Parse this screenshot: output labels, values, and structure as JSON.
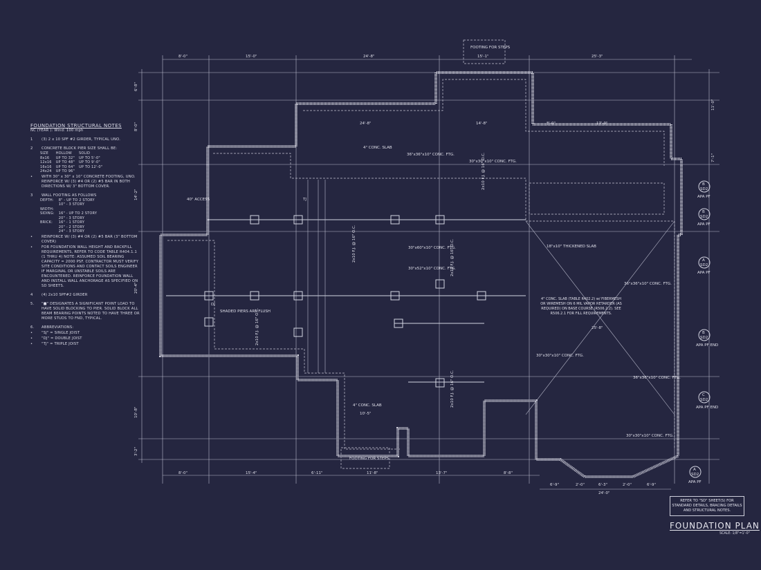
{
  "notes": {
    "title": "FOUNDATION STRUCTURAL NOTES",
    "subtitle": "NC (YEAR ): Wind: 100 mph",
    "items": [
      {
        "num": "1",
        "text": "(3) 2 x 10 SPF #2 GIRDER, TYPICAL UNO."
      },
      {
        "num": "2",
        "text": "CONCRETE BLOCK PIER SIZE SHALL BE:"
      },
      {
        "num": "•",
        "text": "WITH 30\" x 30\" x 10\" CONCRETE FOOTING, UNO. REINFORCE W/ (3) #4 OR (2) #5 BAR IN BOTH DIRECTIONS W/ 3\" BOTTOM COVER."
      },
      {
        "num": "3",
        "text": "WALL FOOTING AS FOLLOWS"
      },
      {
        "num": "•",
        "text": "REINFORCE W/ (3) #4 OR (2) #5 BAR (3\" BOTTOM COVER)"
      },
      {
        "num": "•",
        "text": "FOR FOUNDATION WALL HEIGHT AND BACKFILL REQUIREMENTS, REFER TO CODE TABLE R404.1.1 (1 THRU 4) NOTE: ASSUMED SOIL BEARING CAPACITY = 2000 PSF. CONTRACTOR MUST VERIFY SITE CONDITIONS AND CONTACT SOILS ENGINEER IF MARGINAL OR UNSTABLE SOILS ARE ENCOUNTERED. REINFORCE FOUNDATION WALL AND INSTALL WALL ANCHORAGE AS SPECIFIED ON SD SHEETS."
      },
      {
        "num": "4",
        "text": "(4) 2x10 SPF#2 GIRDER"
      },
      {
        "num": "5.",
        "text": "\"■\" DESIGNATES A SIGNIFICANT POINT LOAD TO HAVE SOLID BLOCKING TO PIER. SOLID BLOCK ALL BEAM BEARING POINTS NOTED TO HAVE THREE OR MORE STUDS TO FND, TYPICAL."
      },
      {
        "num": "6.",
        "text": "ABBREVIATIONS:"
      }
    ],
    "pier_table": {
      "headers": [
        "SIZE",
        "HOLLOW",
        "SOLID"
      ],
      "rows": [
        [
          "8x16",
          "UP TO 32\"",
          "UP TO 5'-0\""
        ],
        [
          "12x16",
          "UP TO 48\"",
          "UP TO 9'-0\""
        ],
        [
          "16x16",
          "UP TO 64\"",
          "UP TO 12'-0\""
        ],
        [
          "24x24",
          "UP TO 96\"",
          ""
        ]
      ]
    },
    "wall_footing": [
      [
        "DEPTH:",
        "8\" - UP TO 2 STORY"
      ],
      [
        "",
        "10\" - 3 STORY"
      ],
      [
        "WIDTH:",
        ""
      ],
      [
        "SIDING:",
        "16\" - UP TO 2 STORY"
      ],
      [
        "",
        "20\" - 3 STORY"
      ],
      [
        "BRICK:",
        "16\" - 1 STORY"
      ],
      [
        "",
        "20\" - 2 STORY"
      ],
      [
        "",
        "24\" - 3 STORY"
      ]
    ],
    "abbreviations": [
      "\"SJ\" = SINGLE JOIST",
      "\"DJ\" = DOUBLE JOIST",
      "\"TJ\" = TRIPLE JOIST"
    ]
  },
  "plan": {
    "top_dims": [
      "8'-0\"",
      "15'-0\"",
      "24'-8\"",
      "15'-1\"",
      "25'-3\""
    ],
    "bottom_dims": [
      "8'-0\"",
      "15'-4\"",
      "6'-11\"",
      "11'-8\"",
      "13'-7\"",
      "8'-8\""
    ],
    "bay_dims": [
      "6'-9\"",
      "2'-0\"",
      "6'-3\"",
      "2'-0\"",
      "6'-9\"",
      "24'-0\""
    ],
    "left_dims": [
      "6'-8\"",
      "8'-0\"",
      "14'-2\"",
      "20'-4\"",
      "10'-8\"",
      "3'-2\""
    ],
    "right_dims": [
      "11'-0\"",
      "7'-1\""
    ],
    "inner_dims": [
      "24'-8\"",
      "14'-8\"",
      "8'-0\"",
      "17'-0\"",
      "25'-8\""
    ],
    "labels": {
      "footing_top": "FOOTING FOR STEPS",
      "footing_bottom": "FOOTING FOR STEPS",
      "slab_top": "4\" CONC. SLAB",
      "slab_bottom": "4\" CONC. SLAB",
      "slab_bottom_dim": "10'-5\"",
      "access": "40\" ACCESS",
      "shaded_piers": "SHADED PIERS ARE FLUSH",
      "thickened_slab": "18\"x10\" THICKENED SLAB",
      "garage_slab": "4\" CONC. SLAB (TABLE R402.2) w/ FIBERMESH OR WIREMESH ON 6 MIL VAPOR RETARDER (AS REQUIRED) ON BASE COURSE (R506.2.2). SEE R506.2.1 FOR FILL REQUIREMENTS.",
      "ftg1": "30\"x30\"x10\" CONC. FTG.",
      "ftg2": "36\"x36\"x10\" CONC. FTG.",
      "ftg3": "30\"x60\"x10\" CONC. FTG.",
      "ftg4": "30\"x52\"x10\" CONC. FTG.",
      "ftg5": "30\"x30\"x10\" CONC. FTG.",
      "ftg6": "36\"x36\"x10\" CONC. FTG.",
      "ftg7": "36\"x36\"x10\" CONC. FTG.",
      "ftg8": "30\"x30\"x10\" CONC. FTG.",
      "joist": "2x10 F.J. @ 16\" O.C.",
      "dj": "DJ",
      "tj": "TJ"
    },
    "section_tags": [
      {
        "letter": "B",
        "sheet": "SD2",
        "note": "APA PF"
      },
      {
        "letter": "B",
        "sheet": "SD2",
        "note": "APA PF"
      },
      {
        "letter": "A",
        "sheet": "SD2",
        "note": "APA PF"
      },
      {
        "letter": "B",
        "sheet": "SD2",
        "note": "APA PF END"
      },
      {
        "letter": "C",
        "sheet": "SD2",
        "note": "APA PF END"
      },
      {
        "letter": "A",
        "sheet": "SD2",
        "note": "APA PF"
      }
    ]
  },
  "reference_note": "REFER TO \"SD\" SHEET(S) FOR STANDARD DETAILS, BRACING DETAILS AND STRUCTURAL NOTES.",
  "title": "FOUNDATION PLAN",
  "scale": "SCALE: 1/8\"=1'-0\"",
  "colors": {
    "background": "#252640",
    "linework": "#d4d5e2"
  }
}
